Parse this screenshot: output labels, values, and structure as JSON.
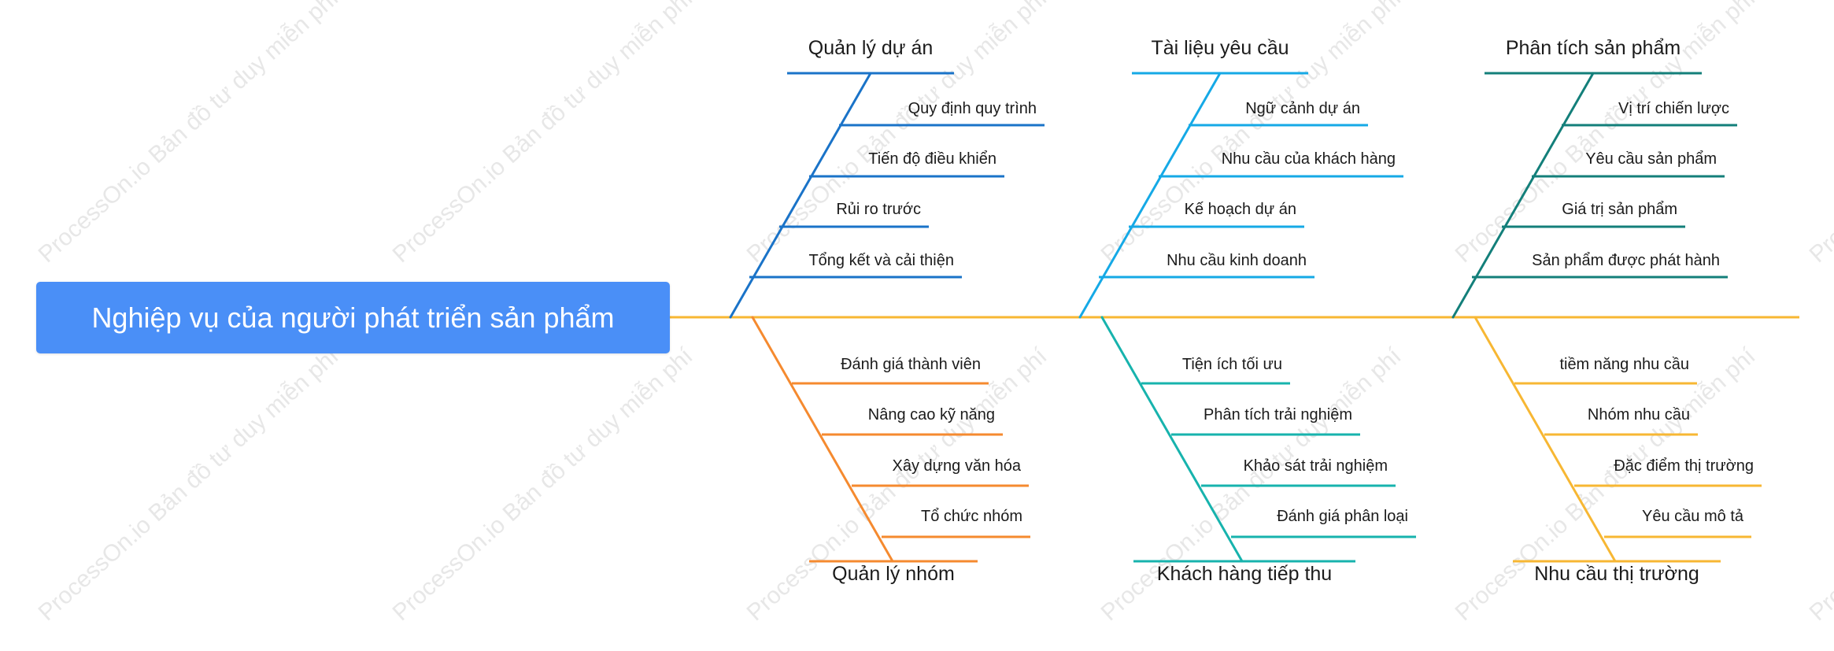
{
  "title": "Nghiệp vụ của người phát triển sản phẩm",
  "watermark": "ProcessOn.io Bản đồ tư duy miễn phí",
  "colors": {
    "spine": "#f7b733",
    "title_bg": "#4a8ff7"
  },
  "branches": [
    {
      "id": "quan-ly-du-an",
      "label": "Quản lý dự án",
      "color": "#1a73c8",
      "side": "top",
      "items": [
        "Quy định quy trình",
        "Tiến độ điều khiển",
        "Rủi ro trước",
        "Tổng kết và cải thiện"
      ]
    },
    {
      "id": "tai-lieu-yeu-cau",
      "label": "Tài liệu yêu cầu",
      "color": "#15a9e6",
      "side": "top",
      "items": [
        "Ngữ cảnh dự án",
        "Nhu cầu của khách hàng",
        "Kế hoạch dự án",
        "Nhu cầu kinh doanh"
      ]
    },
    {
      "id": "phan-tich-san-pham",
      "label": "Phân tích sản phẩm",
      "color": "#137f7a",
      "side": "top",
      "items": [
        "Vị trí chiến lược",
        "Yêu cầu sản phẩm",
        "Giá trị sản phẩm",
        "Sản phẩm được phát hành"
      ]
    },
    {
      "id": "quan-ly-nhom",
      "label": "Quản lý nhóm",
      "color": "#f58a2f",
      "side": "bottom",
      "items": [
        "Đánh giá thành viên",
        "Nâng cao kỹ năng",
        "Xây dựng văn hóa",
        "Tổ chức nhóm"
      ]
    },
    {
      "id": "khach-hang-tiep-thu",
      "label": "Khách hàng tiếp thu",
      "color": "#17b3ad",
      "side": "bottom",
      "items": [
        "Tiện ích tối ưu",
        "Phân tích trải nghiệm",
        "Khảo sát trải nghiệm",
        "Đánh giá phân loại"
      ]
    },
    {
      "id": "nhu-cau-thi-truong",
      "label": "Nhu cầu thị trường",
      "color": "#f7b733",
      "side": "bottom",
      "items": [
        "tiềm năng nhu cầu",
        "Nhóm nhu cầu",
        "Đặc điểm thị trường",
        "Yêu cầu mô tả"
      ]
    }
  ]
}
